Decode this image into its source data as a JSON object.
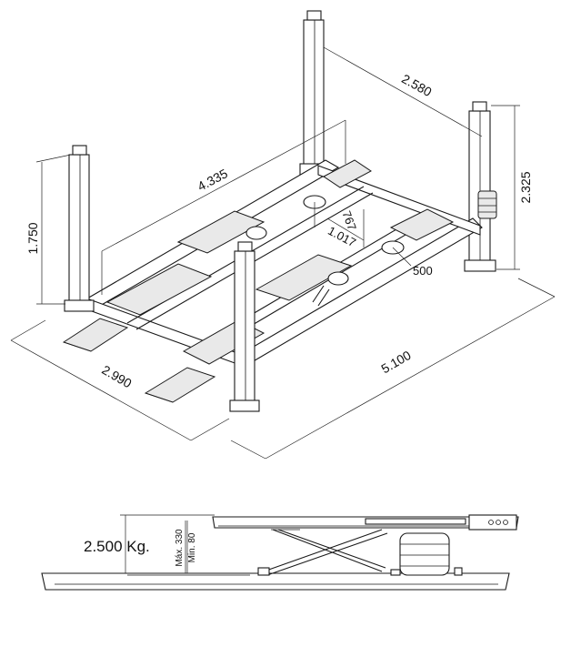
{
  "dimensions": {
    "column_height_front": "1.750",
    "wheelbase_length": "4.335",
    "column_span_rear": "2.580",
    "column_height_rear": "2.325",
    "jack_767": "767",
    "jack_1017": "1.017",
    "jack_500": "500",
    "overall_width": "2.990",
    "overall_length": "5.100"
  },
  "side_view": {
    "capacity": "2.500 Kg.",
    "max_height": "Máx. 330",
    "min_height": "Min. 80"
  }
}
